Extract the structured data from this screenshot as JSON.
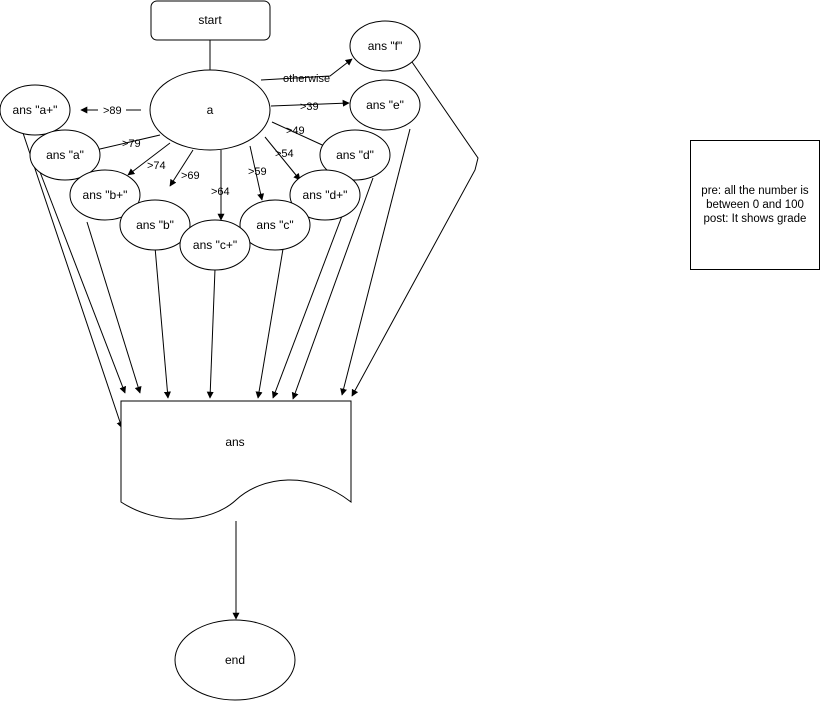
{
  "flowchart": {
    "nodes": {
      "start": "start",
      "a": "a",
      "ans_ap": "ans \"a+\"",
      "ans_a": "ans \"a\"",
      "ans_bp": "ans \"b+\"",
      "ans_b": "ans \"b\"",
      "ans_cp": "ans \"c+\"",
      "ans_c": "ans \"c\"",
      "ans_dp": "ans \"d+\"",
      "ans_d": "ans \"d\"",
      "ans_e": "ans \"e\"",
      "ans_f": "ans \"f\"",
      "output": "ans",
      "end": "end"
    },
    "edge_labels": {
      "gt89": ">89",
      "gt79": ">79",
      "gt74": ">74",
      "gt69": ">69",
      "gt64": ">64",
      "gt59": ">59",
      "gt54": ">54",
      "gt49": ">49",
      "gt39": ">39",
      "otherwise": "otherwise"
    }
  },
  "note": {
    "line1": "pre: all the number is",
    "line2": "between 0 and 100",
    "line3": "post: It shows grade"
  }
}
